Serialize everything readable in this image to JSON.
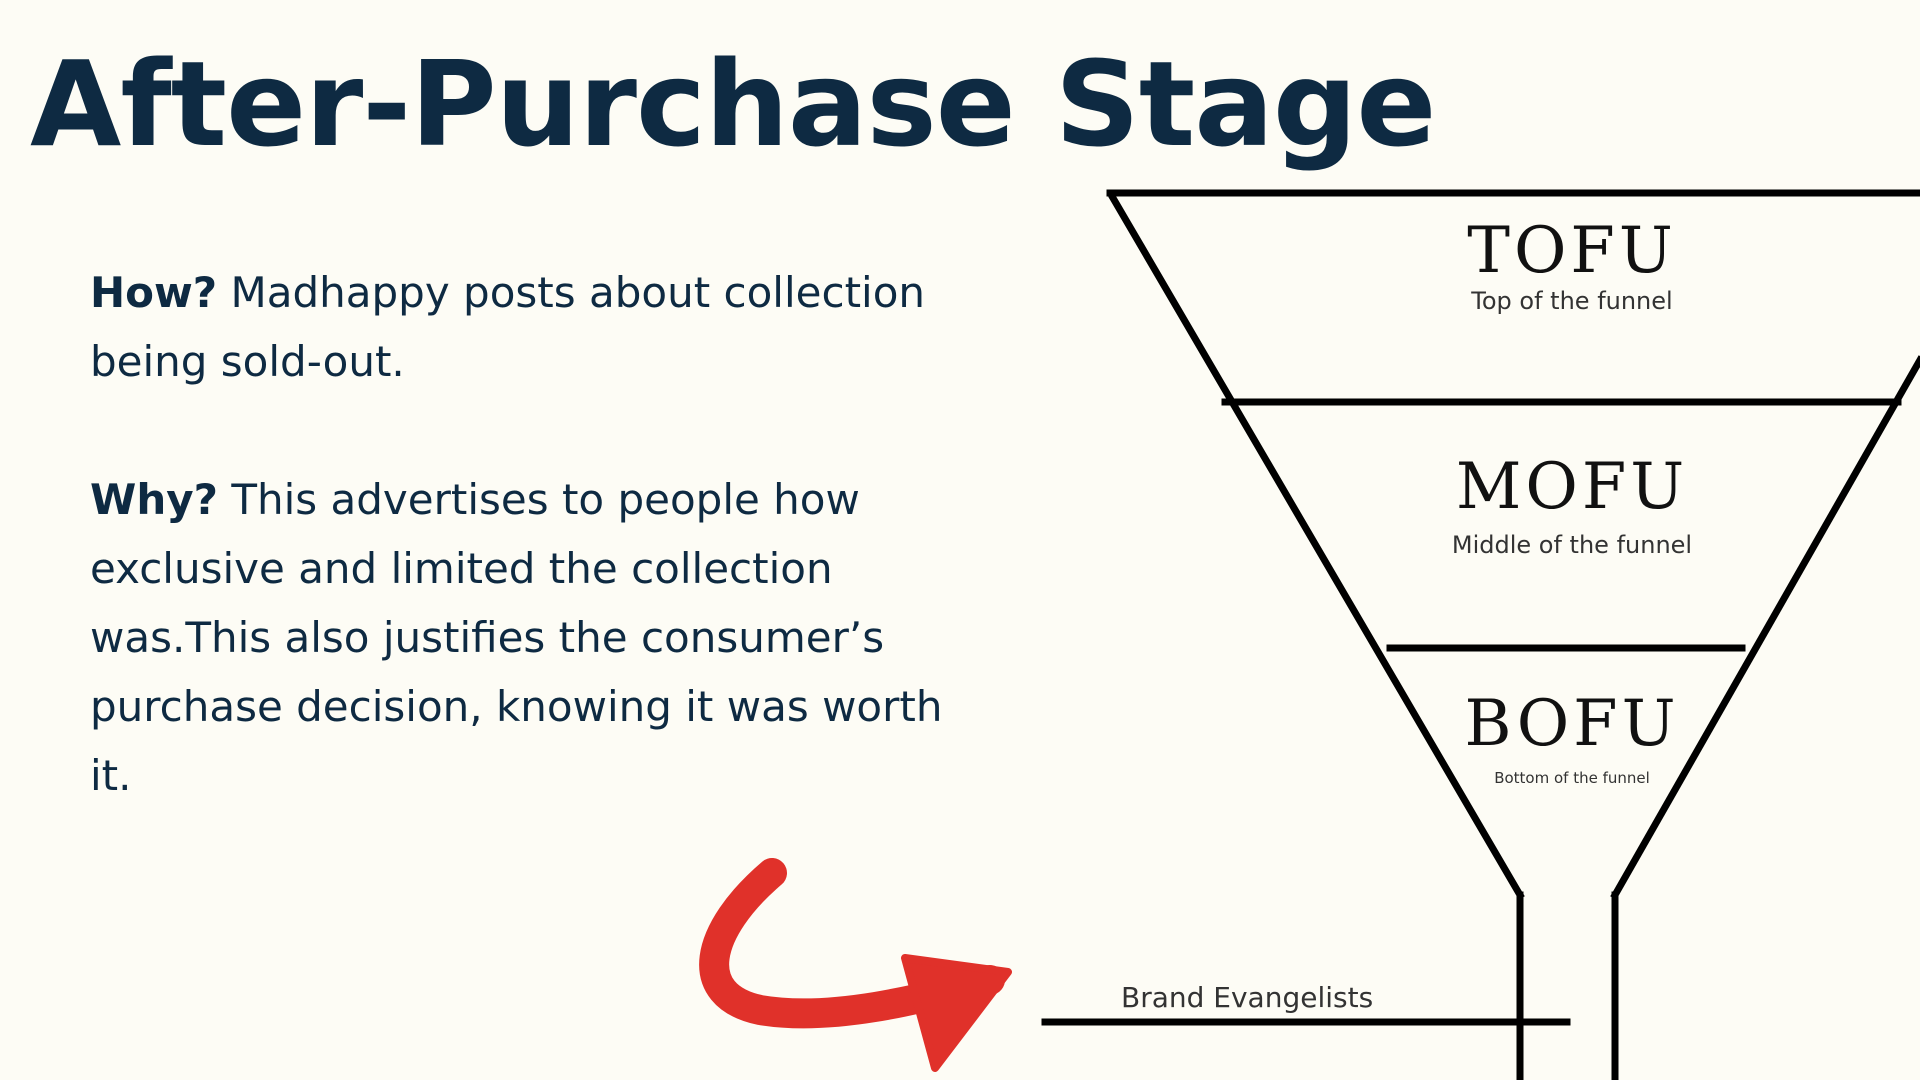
{
  "title": "After-Purchase Stage",
  "how": {
    "label": "How?",
    "text": " Madhappy posts about collection being sold-out."
  },
  "why": {
    "label": "Why?",
    "text": " This advertises to people how exclusive and limited the collection was.This also justifies the consumer’s purchase decision, knowing it was worth it."
  },
  "funnel": {
    "tofu": {
      "abbr": "TOFU",
      "full": "Top of the funnel"
    },
    "mofu": {
      "abbr": "MOFU",
      "full": "Middle of the funnel"
    },
    "bofu": {
      "abbr": "BOFU",
      "full": "Bottom of the funnel"
    },
    "evangelists": "Brand Evangelists"
  },
  "colors": {
    "title": "#0e2a42",
    "arrow": "#e0312a",
    "background": "#fdfcf5"
  }
}
